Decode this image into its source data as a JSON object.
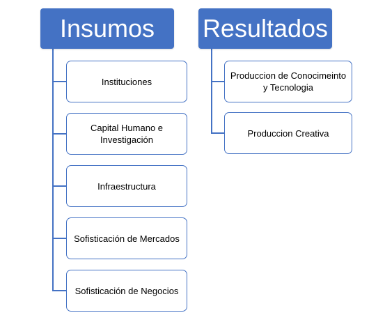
{
  "insumos": {
    "title": "Insumos",
    "items": [
      {
        "label": "Instituciones"
      },
      {
        "label": "Capital Humano e Investigación"
      },
      {
        "label": "Infraestructura"
      },
      {
        "label": "Sofisticación de Mercados"
      },
      {
        "label": "Sofisticación de Negocios"
      }
    ]
  },
  "resultados": {
    "title": "Resultados",
    "items": [
      {
        "label": "Produccion de Conocimeinto y Tecnologia"
      },
      {
        "label": "Produccion Creativa"
      }
    ]
  },
  "colors": {
    "header_fill": "#4472c4",
    "header_text": "#ffffff",
    "box_border": "#4472c4",
    "connector": "#4472c4"
  }
}
